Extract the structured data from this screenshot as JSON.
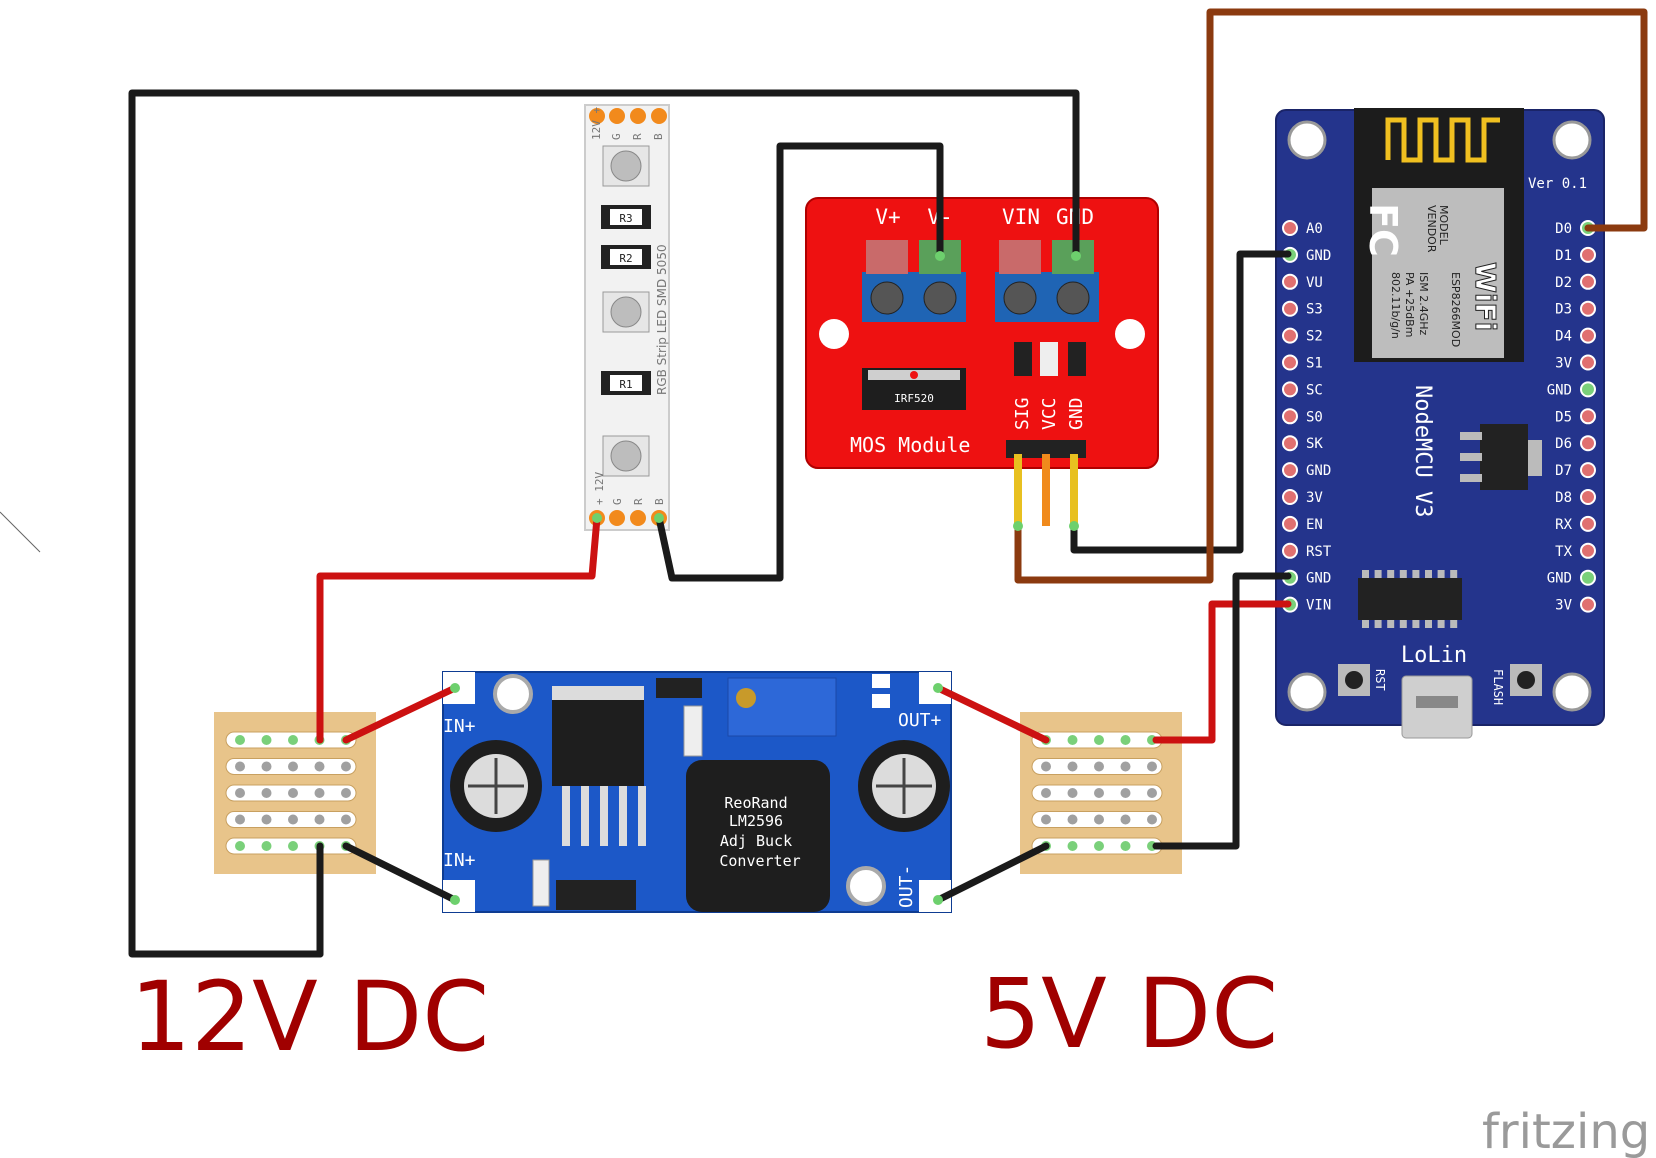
{
  "labels": {
    "supply_12v": "12V DC",
    "supply_5v": "5V DC",
    "watermark": "fritzing"
  },
  "led_strip": {
    "pins_top": [
      "12V +",
      "G",
      "R",
      "B"
    ],
    "pins_bottom": [
      "+ 12V",
      "G",
      "R",
      "B"
    ],
    "resistors": [
      "R3",
      "R2",
      "R1"
    ],
    "side_text": "RGB Strip LED SMD 5050"
  },
  "mos_module": {
    "terminal_labels": [
      "V+",
      "V-",
      "VIN",
      "GND"
    ],
    "chip": "IRF520",
    "title": "MOS Module",
    "header_pins": [
      "SIG",
      "VCC",
      "GND"
    ]
  },
  "buck": {
    "in_plus": "IN+",
    "in_minus": "IN+",
    "out_plus": "OUT+",
    "out_minus": "OUT-",
    "inductor_lines": [
      "ReoRand",
      "LM2596",
      "Adj Buck",
      "Converter"
    ]
  },
  "nodemcu": {
    "version": "Ver 0.1",
    "name": "NodeMCU V3",
    "brand": "LoLin",
    "buttons": [
      "RST",
      "FLASH"
    ],
    "left_pins": [
      "A0",
      "GND",
      "VU",
      "S3",
      "S2",
      "S1",
      "SC",
      "S0",
      "SK",
      "GND",
      "3V",
      "EN",
      "RST",
      "GND",
      "VIN"
    ],
    "right_pins": [
      "D0",
      "D1",
      "D2",
      "D3",
      "D4",
      "3V",
      "GND",
      "D5",
      "D6",
      "D7",
      "D8",
      "RX",
      "TX",
      "GND",
      "3V"
    ],
    "module_lines": [
      "MODEL",
      "VENDOR",
      "ESP8266MOD",
      "ISM 2.4GHz",
      "PA +25dBm",
      "802.11b/g/n"
    ],
    "wifi_text": "WiFi",
    "fc_text": "FC"
  },
  "colors": {
    "wire_black": "#1a1a1a",
    "wire_red": "#cc1111",
    "wire_brown": "#8b3a0f",
    "mos_board": "#ee1111",
    "buck_board": "#1c58c8",
    "nodemcu_board": "#24348c",
    "strip_board": "#f2f2f2",
    "perfboard": "#e8c48a",
    "label_red": "#a00000"
  }
}
